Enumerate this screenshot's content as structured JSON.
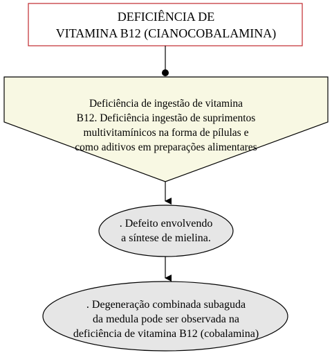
{
  "diagram": {
    "title": "DEFICIÊNCIA DE\nVITAMINA B12 (CIANOCOBALAMINA)",
    "cause": "Deficiência de ingestão de vitamina\nB12. Deficiência ingestão de suprimentos\nmultivitamínicos na forma de pílulas e\ncomo aditivos em preparações alimentares",
    "effect_1": ". Defeito envolvendo\na síntese de mielina.",
    "effect_2": ". Degeneração combinada subaguda\nda medula pode ser observada na\ndeficiência de vitamina B12 (cobalamina)"
  },
  "colors": {
    "title_border": "#c0282d",
    "title_fill": "#ffffff",
    "pentagon_fill": "#f8f8e3",
    "ellipse_fill": "#e6e6e6",
    "line": "#000000"
  }
}
